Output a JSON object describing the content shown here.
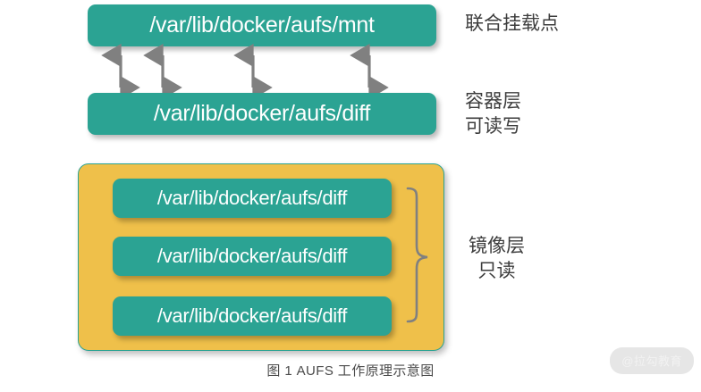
{
  "figure": {
    "caption": "图 1 AUFS 工作原理示意图",
    "background_color": "#ffffff",
    "teal_color": "#2ba393",
    "yellow_color": "#efc04a",
    "arrow_color": "#808080",
    "text_color": "#3d3d3d"
  },
  "mount_layer": {
    "box_label": "/var/lib/docker/aufs/mnt",
    "side_label": "联合挂载点"
  },
  "container_layer": {
    "box_label": "/var/lib/docker/aufs/diff",
    "side_label": "容器层\n可读写"
  },
  "image_layer": {
    "side_label": "镜像层\n只读",
    "boxes": [
      {
        "label": "/var/lib/docker/aufs/diff"
      },
      {
        "label": "/var/lib/docker/aufs/diff"
      },
      {
        "label": "/var/lib/docker/aufs/diff"
      }
    ]
  },
  "arrows": {
    "icon": "double-headed-vertical-arrow",
    "count": 4,
    "x_positions": [
      135,
      182,
      283,
      413
    ]
  },
  "brace": {
    "icon": "curly-brace-right",
    "color": "#808080"
  },
  "watermark": {
    "text": "@拉勾教育"
  }
}
